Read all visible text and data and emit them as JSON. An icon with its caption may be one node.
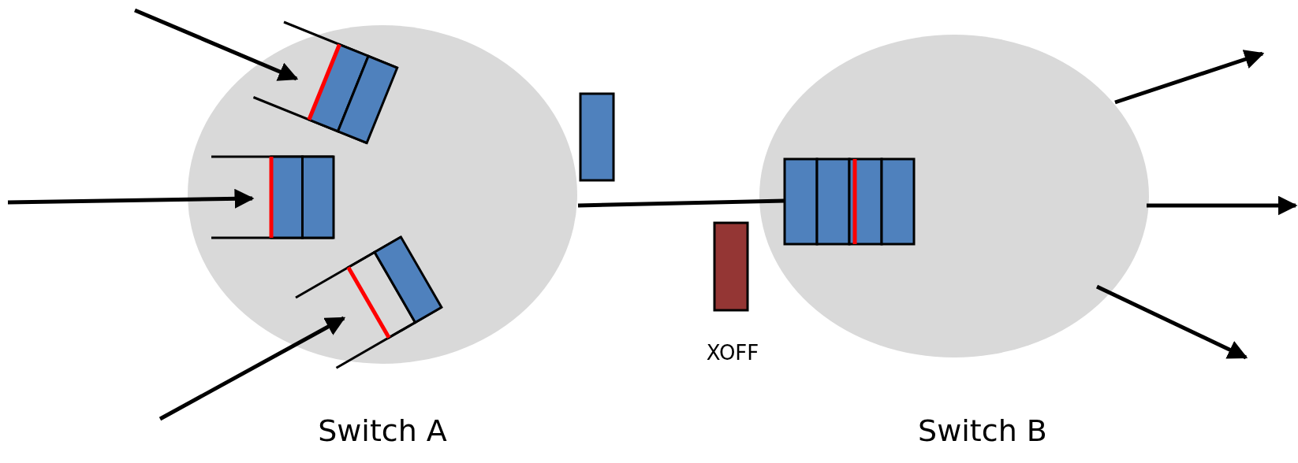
{
  "diagram": {
    "nodes": [
      {
        "text": [
          "Switch A"
        ]
      },
      {
        "text": [
          "Switch B"
        ]
      },
      {
        "text": [],
        "shape": "box"
      },
      {
        "text": [
          "XOFF"
        ]
      }
    ],
    "edges": [
      {
        "from": null,
        "to": 0,
        "arrow": "to"
      },
      {
        "from": null,
        "to": 0,
        "arrow": "to"
      },
      {
        "from": null,
        "to": 0,
        "arrow": "to"
      },
      {
        "from": 0,
        "to": 1,
        "arrow": "none"
      },
      {
        "from": 1,
        "to": null,
        "arrow": "to"
      },
      {
        "from": 1,
        "to": null,
        "arrow": "to"
      },
      {
        "from": 1,
        "to": null,
        "arrow": "to"
      }
    ]
  }
}
